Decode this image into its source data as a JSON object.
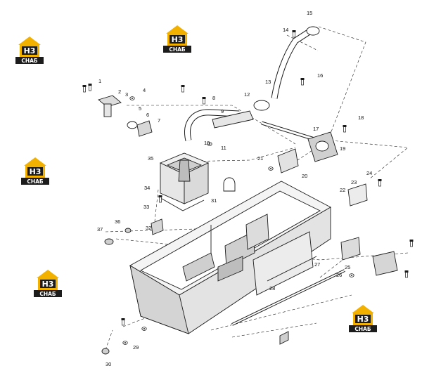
{
  "callouts": [
    {
      "n": "1"
    },
    {
      "n": "2"
    },
    {
      "n": "3"
    },
    {
      "n": "4"
    },
    {
      "n": "5"
    },
    {
      "n": "6"
    },
    {
      "n": "7"
    },
    {
      "n": "8"
    },
    {
      "n": "9"
    },
    {
      "n": "10"
    },
    {
      "n": "11"
    },
    {
      "n": "12"
    },
    {
      "n": "13"
    },
    {
      "n": "14"
    },
    {
      "n": "15"
    },
    {
      "n": "16"
    },
    {
      "n": "17"
    },
    {
      "n": "18"
    },
    {
      "n": "19"
    },
    {
      "n": "20"
    },
    {
      "n": "21"
    },
    {
      "n": "22"
    },
    {
      "n": "23"
    },
    {
      "n": "24"
    },
    {
      "n": "25"
    },
    {
      "n": "26"
    },
    {
      "n": "27"
    },
    {
      "n": "28"
    },
    {
      "n": "29"
    },
    {
      "n": "30"
    },
    {
      "n": "31"
    },
    {
      "n": "32"
    },
    {
      "n": "33"
    },
    {
      "n": "34"
    },
    {
      "n": "35"
    },
    {
      "n": "36"
    },
    {
      "n": "37"
    }
  ],
  "watermarks": [
    {
      "mark": "H3",
      "caption": "СНАБ"
    },
    {
      "mark": "H3",
      "caption": "СНАБ"
    },
    {
      "mark": "H3",
      "caption": "СНАБ"
    },
    {
      "mark": "H3",
      "caption": "СНАБ"
    },
    {
      "mark": "H3",
      "caption": "СНАБ"
    }
  ],
  "colors": {
    "line": "#1a1a1a",
    "logo_gold": "#f2b100",
    "logo_dark": "#1c1c1c",
    "fill_light": "#e9e9e9",
    "fill_mid": "#cfcfcf"
  }
}
